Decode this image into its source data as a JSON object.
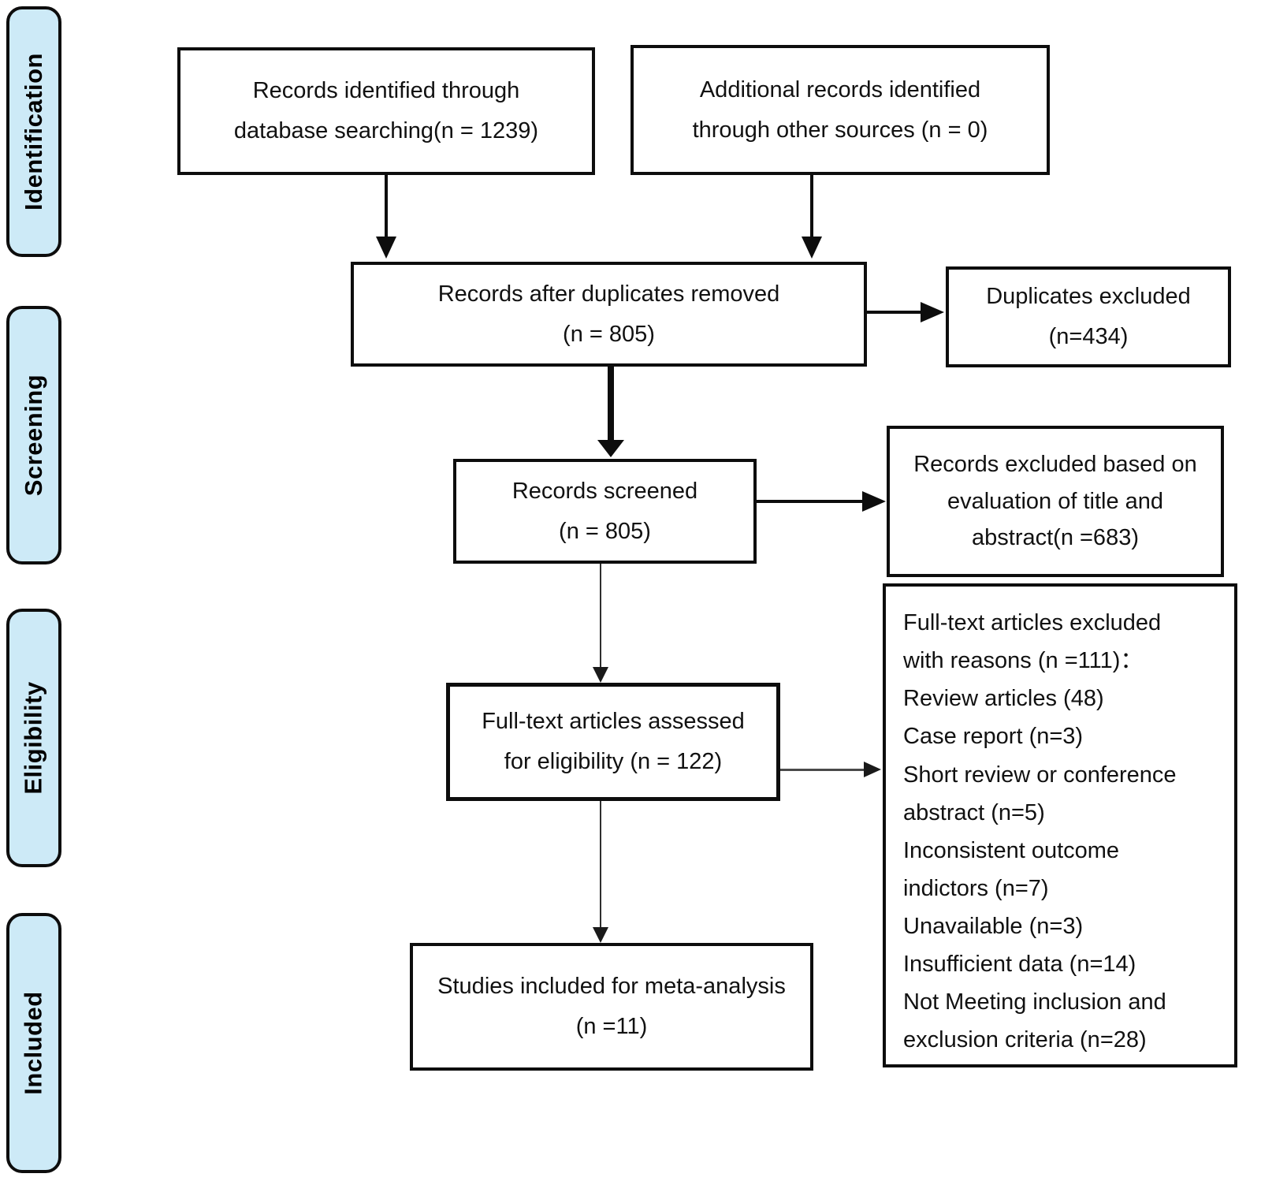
{
  "palette": {
    "phase_fill": "#cdeaf7",
    "box_fill": "#ffffff",
    "border_color": "#0d0d0d",
    "thin_connector_color": "#4a4a4a"
  },
  "phases": [
    {
      "label": "Identification"
    },
    {
      "label": "Screening"
    },
    {
      "label": "Eligibility"
    },
    {
      "label": "Included"
    }
  ],
  "boxes": {
    "records_identified": {
      "text": "Records identified through\ndatabase searching(n = 1239)"
    },
    "additional_records": {
      "text": "Additional records identified\nthrough other sources (n = 0)"
    },
    "after_duplicates": {
      "text": "Records after duplicates removed\n(n = 805)"
    },
    "duplicates_excluded": {
      "text": "Duplicates excluded\n(n=434)"
    },
    "records_screened": {
      "text": "Records screened\n(n = 805)"
    },
    "excluded_title_abstract": {
      "text": "Records excluded based on\nevaluation of title and\nabstract(n =683)"
    },
    "fulltext_assessed": {
      "text": "Full-text articles assessed\nfor eligibility (n = 122)"
    },
    "fulltext_excluded": {
      "items": [
        "Full-text articles excluded\nwith reasons (n =111)：",
        "Review articles (48)",
        "Case report (n=3)",
        "Short review or conference\nabstract (n=5)",
        "Inconsistent outcome\nindictors (n=7)",
        "Unavailable (n=3)",
        "Insufficient data (n=14)",
        "Not Meeting inclusion and\nexclusion criteria (n=28)"
      ]
    },
    "included_meta_analysis": {
      "text": "Studies included for meta-analysis\n(n =11)"
    }
  }
}
